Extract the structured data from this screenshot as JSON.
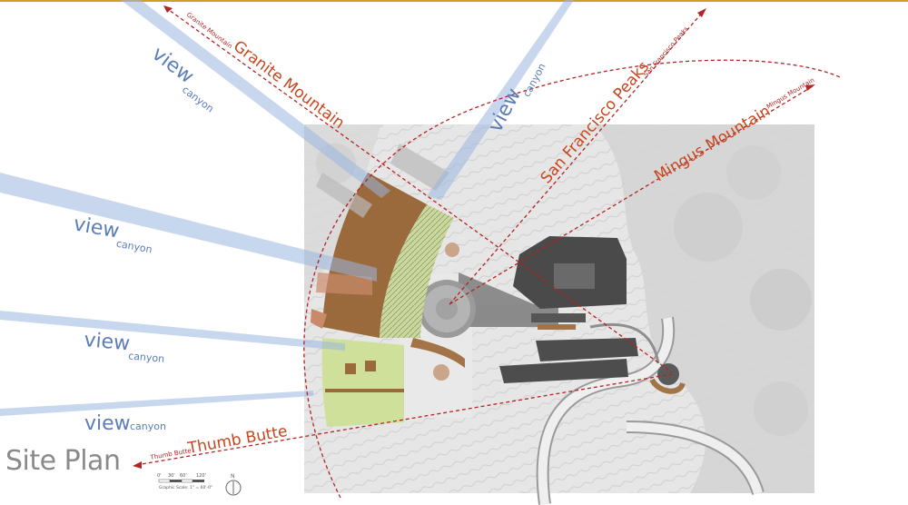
{
  "page": {
    "title": "Site Plan",
    "accent_color": "#c9a227"
  },
  "labels": {
    "mountains": [
      {
        "name": "Granite Mountain",
        "small": "Granite Mountain",
        "color": "#c8461e"
      },
      {
        "name": "San Francisco Peaks",
        "small": "San Francisco Peaks",
        "color": "#c8461e"
      },
      {
        "name": "Mingus Mountain",
        "small": "Mingus Mountain",
        "color": "#c8461e"
      },
      {
        "name": "Thumb Butte",
        "small": "Thumb Butte",
        "color": "#c8461e"
      }
    ],
    "views": [
      {
        "word": "view",
        "sub": "canyon"
      },
      {
        "word": "view",
        "sub": "canyon"
      },
      {
        "word": "view",
        "sub": "canyon"
      },
      {
        "word": "view",
        "sub": "canyon"
      },
      {
        "word": "view",
        "sub": "canyon"
      }
    ],
    "view_color": "#5b7db8",
    "sightline_color": "#b32424"
  },
  "scale": {
    "ticks": [
      "0'",
      "30'",
      "60'",
      "120'"
    ],
    "caption": "Graphic Scale: 1\" = 60'-0\""
  },
  "north_arrow": {
    "letter": "N"
  }
}
